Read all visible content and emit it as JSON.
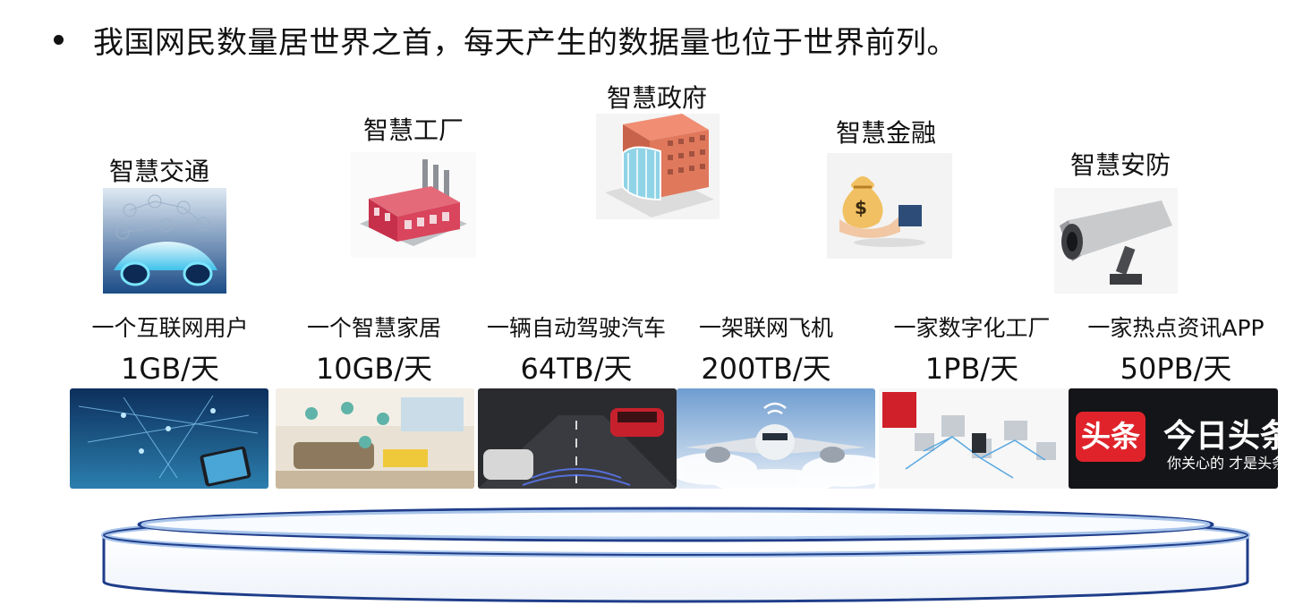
{
  "headline": "我国网民数量居世界之首，每天产生的数据量也位于世界前列。",
  "smart_items": [
    {
      "label": "智慧交通",
      "icon": "smart-car-icon"
    },
    {
      "label": "智慧工厂",
      "icon": "factory-icon"
    },
    {
      "label": "智慧政府",
      "icon": "government-building-icon"
    },
    {
      "label": "智慧金融",
      "icon": "money-bag-hand-icon"
    },
    {
      "label": "智慧安防",
      "icon": "security-camera-icon"
    }
  ],
  "usage_items": [
    {
      "title": "一个互联网用户",
      "value": "1GB/天"
    },
    {
      "title": "一个智慧家居",
      "value": "10GB/天"
    },
    {
      "title": "一辆自动驾驶汽车",
      "value": "64TB/天"
    },
    {
      "title": "一架联网飞机",
      "value": "200TB/天"
    },
    {
      "title": "一家数字化工厂",
      "value": "1PB/天"
    },
    {
      "title": "一家热点资讯APP",
      "value": "50PB/天"
    }
  ],
  "toutiao": {
    "badge": "头条",
    "brand": "今日头条",
    "slogan": "你关心的 才是头条"
  },
  "colors": {
    "platform_blue": "#1f3d8a",
    "platform_light": "#a8c4ea",
    "toutiao_red": "#e0232b"
  }
}
